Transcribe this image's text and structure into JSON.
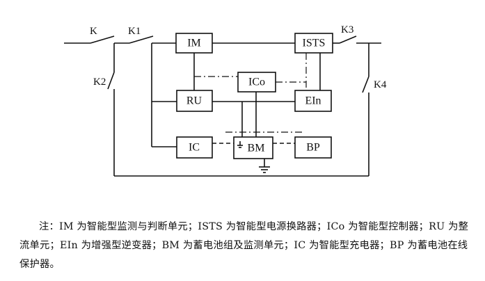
{
  "blocks": {
    "im": "IM",
    "ists": "ISTS",
    "ico": "ICo",
    "ru": "RU",
    "ein": "EIn",
    "ic": "IC",
    "bm": "BM",
    "bp": "BP"
  },
  "switches": {
    "k": "K",
    "k1": "K1",
    "k2": "K2",
    "k3": "K3",
    "k4": "K4"
  },
  "note": {
    "text": "注：IM 为智能型监测与判断单元；ISTS 为智能型电源换路器；ICo 为智能型控制器；RU 为整流单元；EIn 为增强型逆变器；BM 为蓄电池组及监测单元；IC 为智能型充电器；BP 为蓄电池在线保护器。"
  }
}
